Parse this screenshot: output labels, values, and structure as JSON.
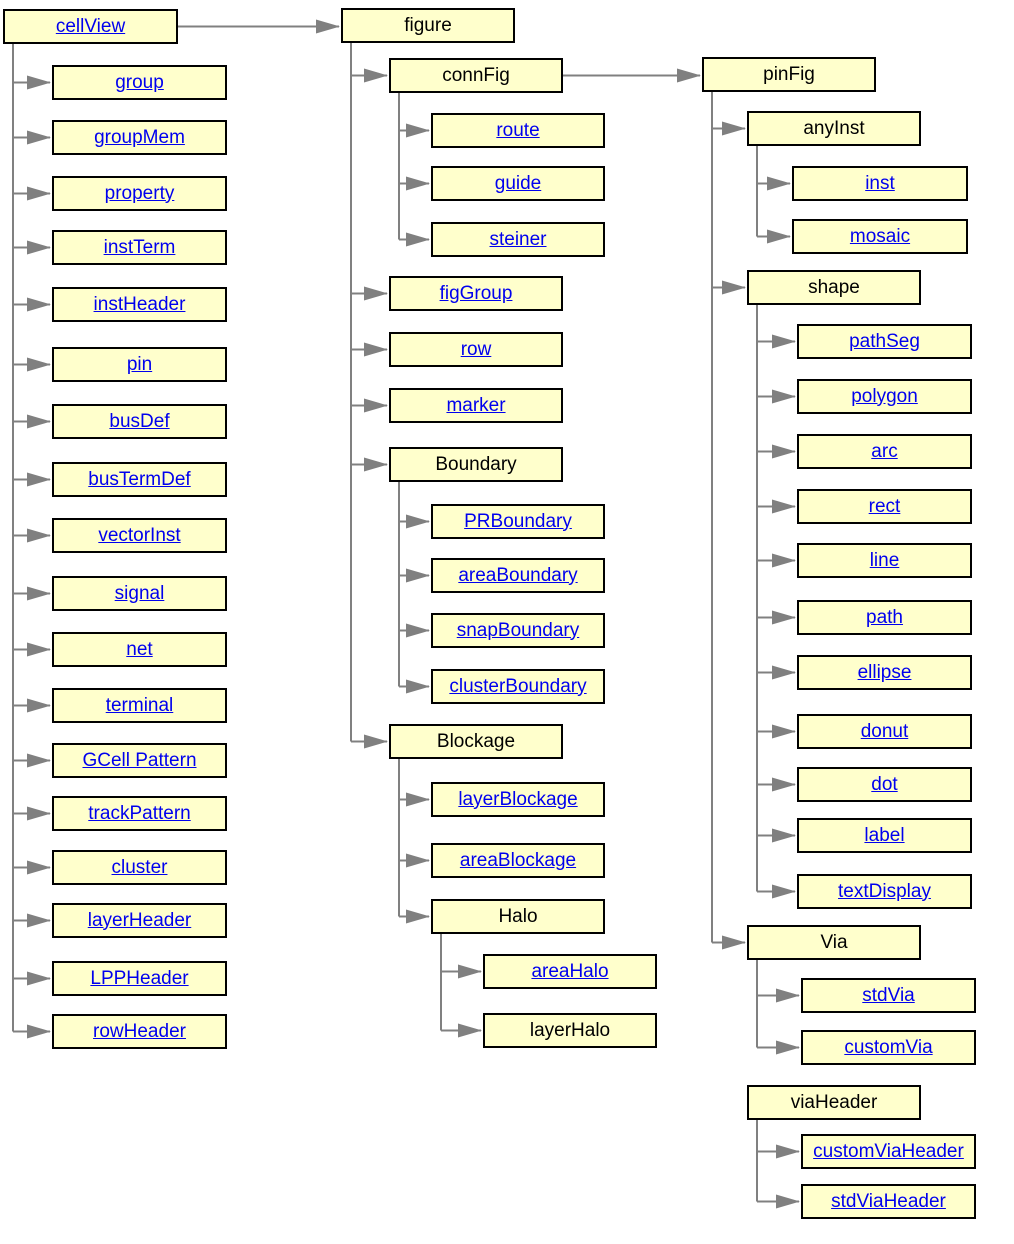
{
  "colors": {
    "box_fill": "#ffffcc",
    "box_border": "#000000",
    "link": "#0000ee",
    "connector": "#808080"
  },
  "nodes": {
    "cellView": {
      "label": "cellView",
      "link": true
    },
    "group": {
      "label": "group",
      "link": true
    },
    "groupMem": {
      "label": "groupMem",
      "link": true
    },
    "property": {
      "label": "property",
      "link": true
    },
    "instTerm": {
      "label": "instTerm",
      "link": true
    },
    "instHeader": {
      "label": "instHeader",
      "link": true
    },
    "pin": {
      "label": "pin",
      "link": true
    },
    "busDef": {
      "label": "busDef",
      "link": true
    },
    "busTermDef": {
      "label": "busTermDef",
      "link": true
    },
    "vectorInst": {
      "label": "vectorInst",
      "link": true
    },
    "signal": {
      "label": "signal",
      "link": true
    },
    "net": {
      "label": "net",
      "link": true
    },
    "terminal": {
      "label": "terminal",
      "link": true
    },
    "gcellPattern": {
      "label": "GCell Pattern",
      "link": true
    },
    "trackPattern": {
      "label": "trackPattern",
      "link": true
    },
    "cluster": {
      "label": "cluster",
      "link": true
    },
    "layerHeader": {
      "label": "layerHeader",
      "link": true
    },
    "lppHeader": {
      "label": "LPPHeader",
      "link": true
    },
    "rowHeader": {
      "label": "rowHeader",
      "link": true
    },
    "figure": {
      "label": "figure",
      "link": false
    },
    "connFig": {
      "label": "connFig",
      "link": false
    },
    "route": {
      "label": "route",
      "link": true
    },
    "guide": {
      "label": "guide",
      "link": true
    },
    "steiner": {
      "label": "steiner",
      "link": true
    },
    "figGroup": {
      "label": "figGroup",
      "link": true
    },
    "row": {
      "label": "row",
      "link": true
    },
    "marker": {
      "label": "marker",
      "link": true
    },
    "boundary": {
      "label": "Boundary",
      "link": false
    },
    "prBoundary": {
      "label": "PRBoundary",
      "link": true
    },
    "areaBoundary": {
      "label": "areaBoundary",
      "link": true
    },
    "snapBoundary": {
      "label": "snapBoundary",
      "link": true
    },
    "clusterBoundary": {
      "label": "clusterBoundary",
      "link": true
    },
    "blockage": {
      "label": "Blockage",
      "link": false
    },
    "layerBlockage": {
      "label": "layerBlockage",
      "link": true
    },
    "areaBlockage": {
      "label": "areaBlockage",
      "link": true
    },
    "halo": {
      "label": "Halo",
      "link": false
    },
    "areaHalo": {
      "label": "areaHalo",
      "link": true
    },
    "layerHalo": {
      "label": "layerHalo",
      "link": false
    },
    "pinFig": {
      "label": "pinFig",
      "link": false
    },
    "anyInst": {
      "label": "anyInst",
      "link": false
    },
    "inst": {
      "label": "inst",
      "link": true
    },
    "mosaic": {
      "label": "mosaic",
      "link": true
    },
    "shape": {
      "label": "shape",
      "link": false
    },
    "pathSeg": {
      "label": "pathSeg",
      "link": true
    },
    "polygon": {
      "label": "polygon",
      "link": true
    },
    "arc": {
      "label": "arc",
      "link": true
    },
    "rect": {
      "label": "rect",
      "link": true
    },
    "line": {
      "label": "line",
      "link": true
    },
    "path": {
      "label": "path",
      "link": true
    },
    "ellipse": {
      "label": "ellipse",
      "link": true
    },
    "donut": {
      "label": "donut",
      "link": true
    },
    "dot": {
      "label": "dot",
      "link": true
    },
    "label": {
      "label": "label",
      "link": true
    },
    "textDisplay": {
      "label": "textDisplay",
      "link": true
    },
    "via": {
      "label": "Via",
      "link": false
    },
    "stdVia": {
      "label": "stdVia",
      "link": true
    },
    "customVia": {
      "label": "customVia",
      "link": true
    },
    "viaHeader": {
      "label": "viaHeader",
      "link": false
    },
    "customViaHeader": {
      "label": "customViaHeader",
      "link": true
    },
    "stdViaHeader": {
      "label": "stdViaHeader",
      "link": true
    }
  },
  "tree": [
    {
      "parent": "cellView",
      "children": [
        "group",
        "groupMem",
        "property",
        "instTerm",
        "instHeader",
        "pin",
        "busDef",
        "busTermDef",
        "vectorInst",
        "signal",
        "net",
        "terminal",
        "gcellPattern",
        "trackPattern",
        "cluster",
        "layerHeader",
        "lppHeader",
        "rowHeader"
      ]
    },
    {
      "parent": "figure",
      "children": [
        "connFig",
        "figGroup",
        "row",
        "marker",
        "boundary",
        "blockage"
      ]
    },
    {
      "parent": "connFig",
      "children": [
        "route",
        "guide",
        "steiner"
      ]
    },
    {
      "parent": "boundary",
      "children": [
        "prBoundary",
        "areaBoundary",
        "snapBoundary",
        "clusterBoundary"
      ]
    },
    {
      "parent": "blockage",
      "children": [
        "layerBlockage",
        "areaBlockage",
        "halo"
      ]
    },
    {
      "parent": "halo",
      "children": [
        "areaHalo",
        "layerHalo"
      ]
    },
    {
      "parent": "pinFig",
      "children": [
        "anyInst",
        "shape",
        "via"
      ]
    },
    {
      "parent": "anyInst",
      "children": [
        "inst",
        "mosaic"
      ]
    },
    {
      "parent": "shape",
      "children": [
        "pathSeg",
        "polygon",
        "arc",
        "rect",
        "line",
        "path",
        "ellipse",
        "donut",
        "dot",
        "label",
        "textDisplay"
      ]
    },
    {
      "parent": "via",
      "children": [
        "stdVia",
        "customVia"
      ]
    },
    {
      "parent": "viaHeader",
      "children": [
        "customViaHeader",
        "stdViaHeader"
      ]
    }
  ],
  "links": [
    {
      "from": "cellView",
      "to": "figure"
    },
    {
      "from": "connFig",
      "to": "pinFig"
    }
  ]
}
